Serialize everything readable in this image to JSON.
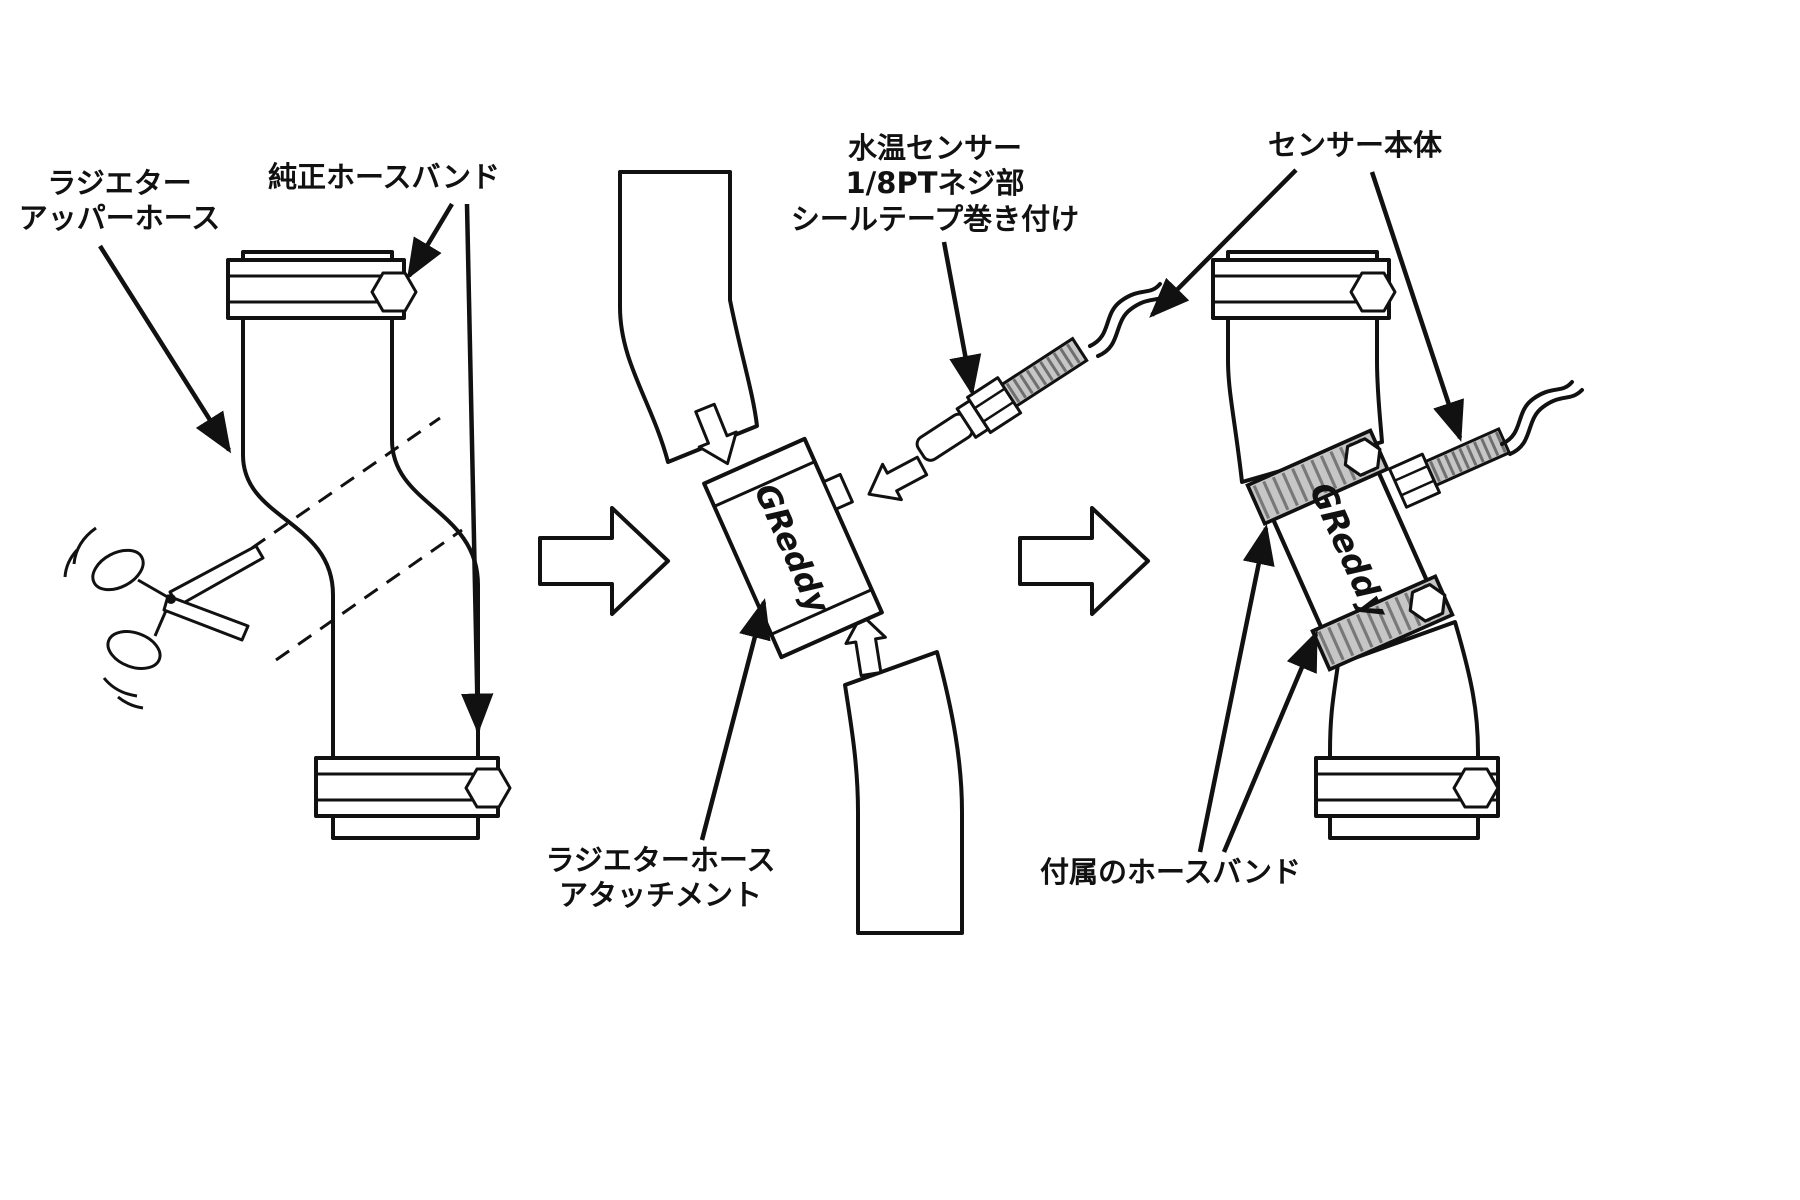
{
  "diagram": {
    "background_color": "#ffffff",
    "line_color": "#111111",
    "metal_color": "#c6c6c6",
    "brand_logo": "GReddy",
    "labels": {
      "radiator_upper_hose": {
        "line1": "ラジエター",
        "line2": "アッパーホース"
      },
      "stock_hose_band": {
        "text": "純正ホースバンド"
      },
      "water_temp_sensor": {
        "line1": "水温センサー",
        "line2": "1/8PTネジ部",
        "line3": "シールテープ巻き付け"
      },
      "sensor_body": {
        "text": "センサー本体"
      },
      "radiator_hose_attachment": {
        "line1": "ラジエターホース",
        "line2": "アタッチメント"
      },
      "included_hose_band": {
        "text": "付属のホースバンド"
      }
    }
  }
}
